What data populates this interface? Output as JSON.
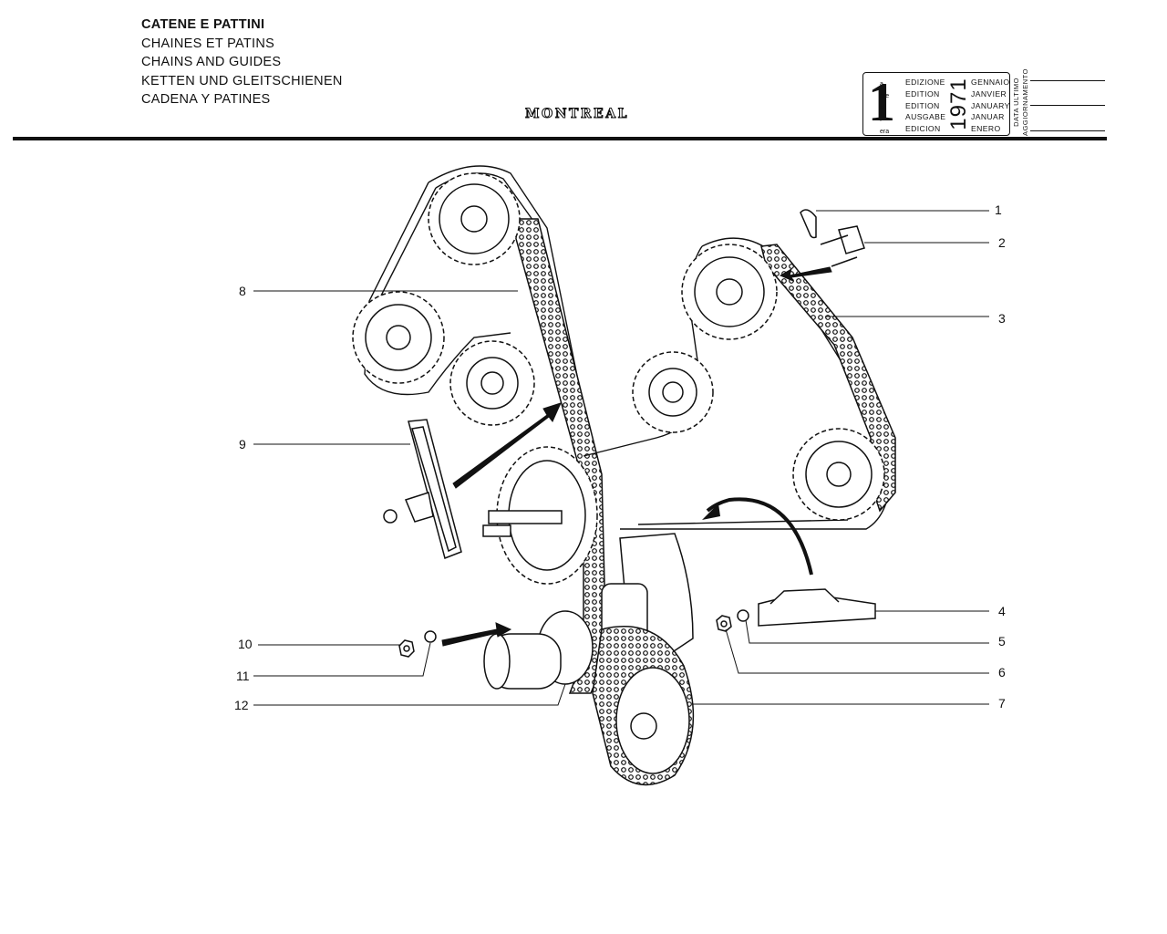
{
  "titles": [
    "CATENE E PATTINI",
    "CHAINES ET PATINS",
    "CHAINS AND GUIDES",
    "KETTEN UND GLEITSCHIENEN",
    "CADENA Y PATINES"
  ],
  "brand": "MONTREAL",
  "edition": {
    "number": "1",
    "suffixes": [
      "a",
      "ere",
      "st",
      ".",
      "era"
    ],
    "words": [
      "EDIZIONE",
      "EDITION",
      "EDITION",
      "AUSGABE",
      "EDICION"
    ],
    "year": "1971",
    "months": [
      "GENNAIO",
      "JANVIER",
      "JANUARY",
      "JANUAR",
      "ENERO"
    ],
    "update_label": [
      "DATA ULTIMO",
      "AGGIORNAMENTO"
    ]
  },
  "callouts": {
    "c1": "1",
    "c2": "2",
    "c3": "3",
    "c4": "4",
    "c5": "5",
    "c6": "6",
    "c7": "7",
    "c8": "8",
    "c9": "9",
    "c10": "10",
    "c11": "11",
    "c12": "12"
  },
  "icons": {
    "arrows": "filled-arrow",
    "parts": [
      "chain-clip",
      "chain-link",
      "timing-chain",
      "chain-guide",
      "washer",
      "nut",
      "lower-chain",
      "sprocket",
      "tensioner-pad"
    ]
  }
}
